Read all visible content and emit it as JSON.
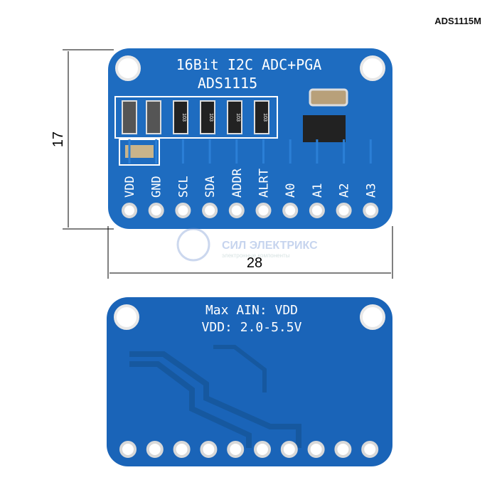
{
  "model": "ADS1115M",
  "dimensions": {
    "height": "17",
    "width": "28"
  },
  "board_top": {
    "line1": "16Bit I2C ADC+PGA",
    "line2": "ADS1115",
    "resistor_code": "103",
    "pins": [
      "VDD",
      "GND",
      "SCL",
      "SDA",
      "ADDR",
      "ALRT",
      "A0",
      "A1",
      "A2",
      "A3"
    ]
  },
  "board_bottom": {
    "line1": "Max AIN: VDD",
    "line2": "VDD: 2.0-5.5V"
  },
  "watermark": {
    "name": "СИЛ ЭЛЕКТРИКС",
    "tagline": "электронные компоненты"
  },
  "colors": {
    "pcb": "#1e6cc0",
    "pcb_back": "#1a64b8"
  }
}
